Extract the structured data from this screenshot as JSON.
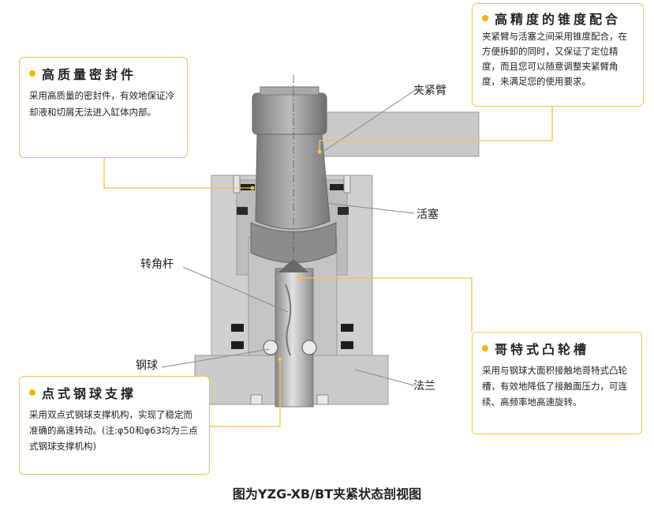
{
  "callouts": {
    "seal": {
      "title": "高质量密封件",
      "body": "采用高质量的密封件，有效地保证冷却液和切屑无法进入缸体内部。"
    },
    "taper": {
      "title": "高精度的锥度配合",
      "body": "夹紧臂与活塞之间采用锥度配合，在方便拆卸的同时，又保证了定位精度，而且您可以随意调整夹紧臂角度，来满足您的使用要求。"
    },
    "ball": {
      "title": "点式钢球支撑",
      "body": "采用双点式钢球支撑机构，实现了稳定而准确的高速转动。(注:φ50和φ63均为三点式钢球支撑机构)"
    },
    "groove": {
      "title": "哥特式凸轮槽",
      "body": "采用与钢球大面积接触地哥特式凸轮槽，有效地降低了接触面压力，可连续、高频率地高速旋转。"
    }
  },
  "labels": {
    "arm": "夹紧臂",
    "piston": "活塞",
    "rod": "转角杆",
    "steel_ball": "钢球",
    "flange": "法兰"
  },
  "caption": "图为YZG-XB/BT夹紧状态剖视图",
  "colors": {
    "callout_border": "#f2c14e",
    "bullet": "#f4b400",
    "body_gray": "#c8c8c8",
    "dark_gray": "#6a6a6a"
  }
}
